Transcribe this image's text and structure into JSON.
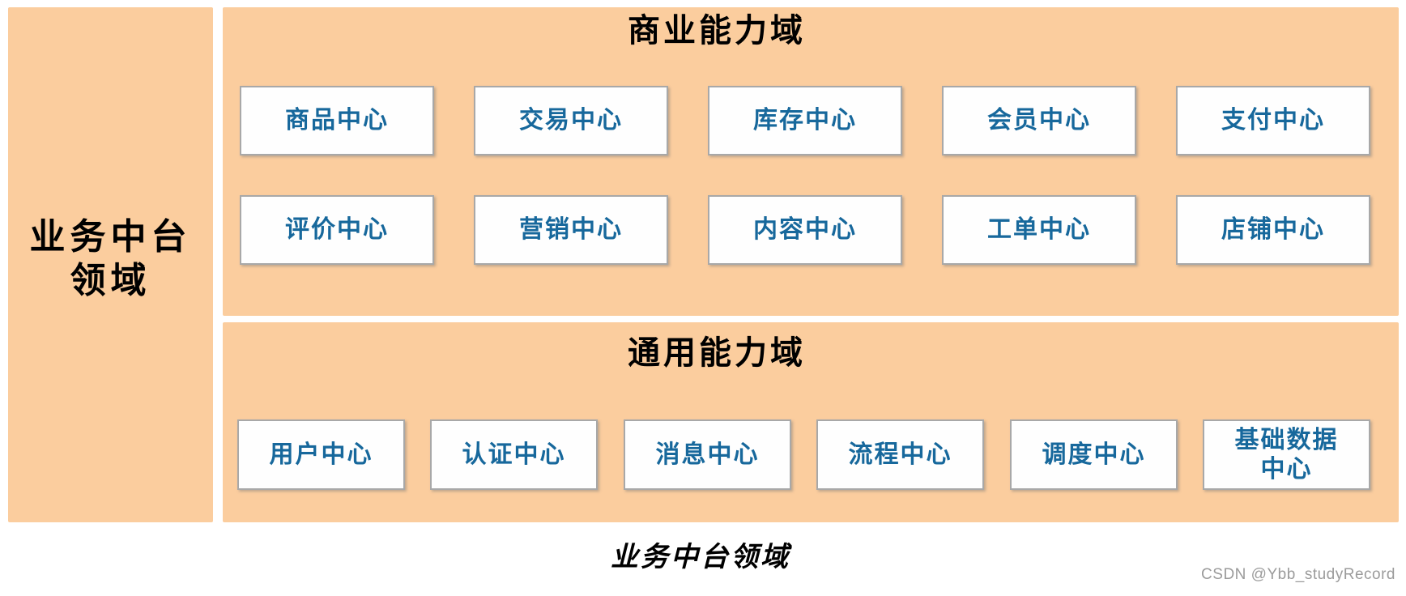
{
  "colors": {
    "panel_bg": "#FBCD9E",
    "box_bg": "#FEFEFE",
    "box_border": "#A8A8A8",
    "box_text": "#17689C",
    "heading_text": "#000000",
    "watermark_text": "#9B9B9B"
  },
  "sidebar": {
    "label_line1": "业务中台",
    "label_line2": "领域"
  },
  "business_capability_domain": {
    "title": "商业能力域",
    "row1": [
      "商品中心",
      "交易中心",
      "库存中心",
      "会员中心",
      "支付中心"
    ],
    "row2": [
      "评价中心",
      "营销中心",
      "内容中心",
      "工单中心",
      "店铺中心"
    ]
  },
  "general_capability_domain": {
    "title": "通用能力域",
    "row": [
      "用户中心",
      "认证中心",
      "消息中心",
      "流程中心",
      "调度中心",
      "基础数据中心"
    ]
  },
  "caption": "业务中台领域",
  "watermark": "CSDN @Ybb_studyRecord"
}
